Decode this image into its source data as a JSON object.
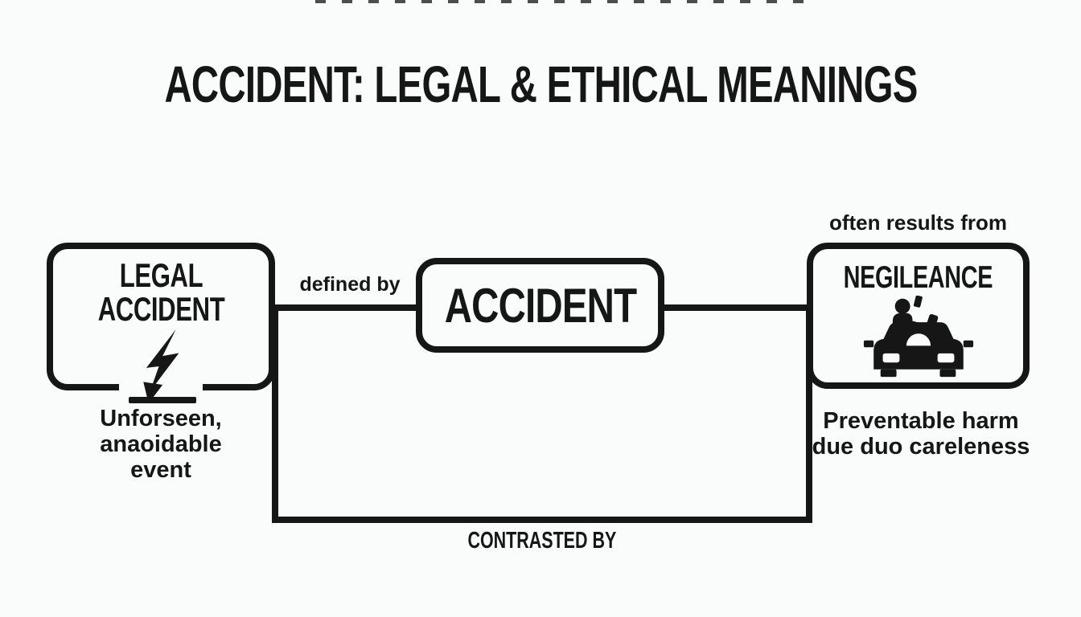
{
  "title": "ACCIDENT: LEGAL & ETHICAL MEANINGS",
  "colors": {
    "ink": "#161616",
    "background": "#fafbfb"
  },
  "diagram": {
    "center_node": {
      "label": "ACCIDENT"
    },
    "left_node": {
      "label_line1": "LEGAL",
      "label_line2": "ACCIDENT",
      "icon": "lightning-bolt-arrow-icon",
      "caption_line1": "Unforseen,",
      "caption_line2": "anaoidable",
      "caption_line3": "event"
    },
    "right_node": {
      "top_label": "often results from",
      "label": "NEGILEANCE",
      "icon": "distracted-driver-car-icon",
      "caption_line1": "Preventable harm",
      "caption_line2": "due duo careleness"
    },
    "edges": {
      "defined_by_label": "defined by",
      "contrasted_by_label": "CONTRASTED BY"
    }
  }
}
